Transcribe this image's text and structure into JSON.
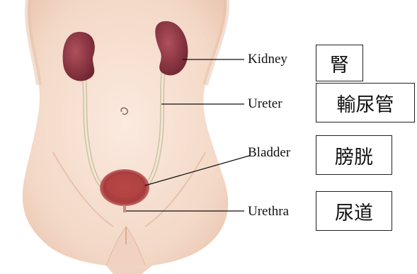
{
  "labels": [
    {
      "english": "Kidney",
      "chinese": "腎"
    },
    {
      "english": "Ureter",
      "chinese": "輸尿管"
    },
    {
      "english": "Bladder",
      "chinese": "膀胱"
    },
    {
      "english": "Urethra",
      "chinese": "尿道"
    }
  ],
  "colors": {
    "skin": "#f6e1d3",
    "skin_shadow": "#e9c6b1",
    "kidney": "#8e3a45",
    "ureter": "#e8dcc8",
    "bladder": "#c05a5a"
  }
}
